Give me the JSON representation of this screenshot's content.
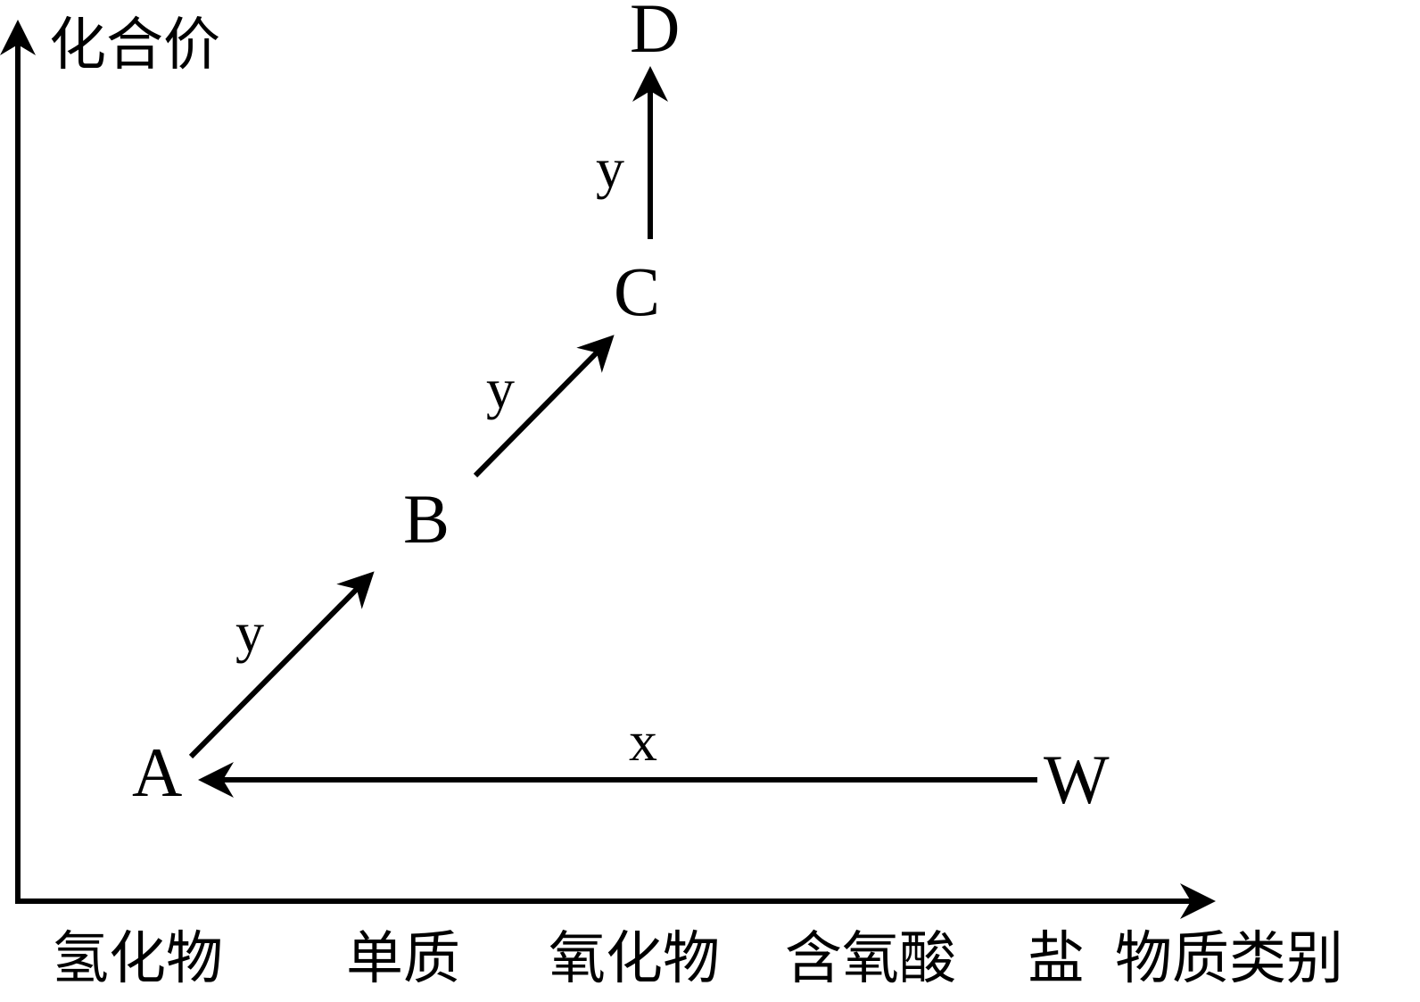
{
  "diagram": {
    "y_axis_label": "化合价",
    "x_axis_label": "物质类别",
    "categories": [
      "氢化物",
      "单质",
      "氧化物",
      "含氧酸",
      "盐"
    ],
    "nodes": {
      "A": "A",
      "B": "B",
      "C": "C",
      "D": "D",
      "W": "W"
    },
    "arrows": [
      {
        "from": "A",
        "to": "B",
        "label": "y"
      },
      {
        "from": "B",
        "to": "C",
        "label": "y"
      },
      {
        "from": "C",
        "to": "D",
        "label": "y"
      },
      {
        "from": "W",
        "to": "A",
        "label": "x"
      }
    ]
  }
}
